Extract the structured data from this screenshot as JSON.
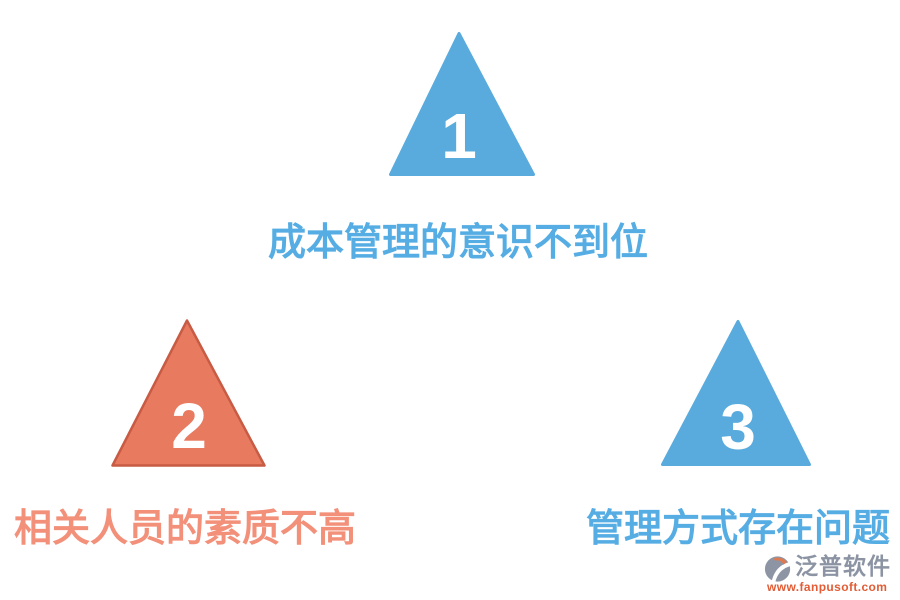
{
  "diagram": {
    "items": [
      {
        "number": "1",
        "label": "成本管理的意识不到位",
        "fill": "#58ABDC",
        "stroke": "#58ABDC",
        "number_color": "#FFFFFF",
        "label_color": "#55ADE3"
      },
      {
        "number": "2",
        "label": "相关人员的素质不高",
        "fill": "#E87A5F",
        "stroke": "#C75B44",
        "number_color": "#FFFFFF",
        "label_color": "#F2907A"
      },
      {
        "number": "3",
        "label": "管理方式存在问题",
        "fill": "#58ABDC",
        "stroke": "#58ABDC",
        "number_color": "#FFFFFF",
        "label_color": "#55ADE3"
      }
    ]
  },
  "watermark": {
    "brand": "泛普软件",
    "url": "www.fanpusoft.com",
    "brand_color": "#8C94A4",
    "url_color": "#E25C35",
    "logo_gray": "#8D95A5",
    "logo_orange": "#DD7A52"
  }
}
